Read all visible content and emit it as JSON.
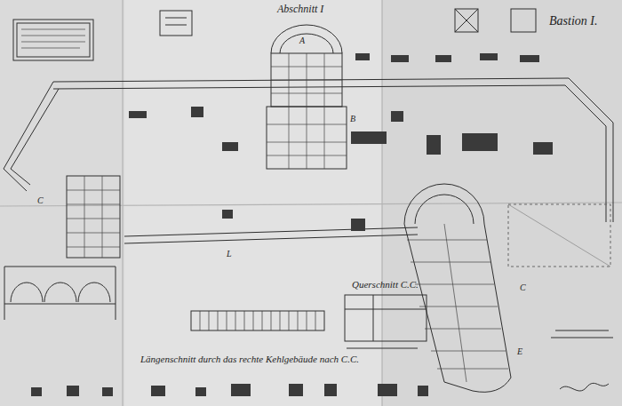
{
  "diagram": {
    "labels": [
      "Abschnitt I",
      "Bastion I.",
      "A",
      "B",
      "C",
      "L",
      "C",
      "E",
      "Querschnitt C.C.",
      "Längenschnitt durch das rechte Kehlgebäude nach C.C."
    ]
  }
}
